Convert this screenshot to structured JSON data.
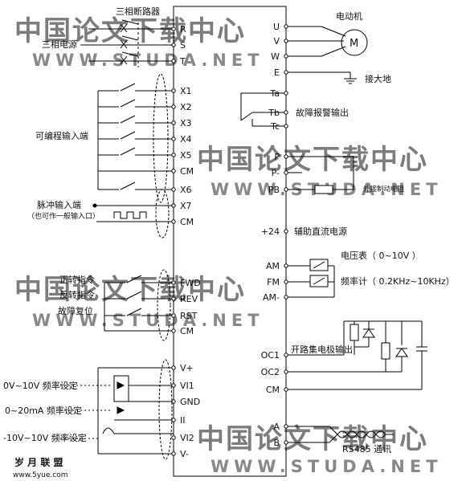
{
  "watermark": {
    "cn": "中国论文下载中心",
    "en": "STUDA.NET",
    "en_full": "WWW.STUDA.NET",
    "color": "#f08f8f"
  },
  "left_labels": {
    "breaker": "三相断路器",
    "power": "三相电源",
    "prog_input": "可编程输入端",
    "pulse_input": "脉冲输入端",
    "pulse_note": "（也可作一般输入口）",
    "fwd_cmd": "正转指令",
    "rev_cmd": "反转指令",
    "reset": "故障复位",
    "freq_v": "0V~10V 频率设定",
    "freq_i": "0~20mA 频率设定",
    "freq_bi": "-10V~10V 频率设定"
  },
  "left_terminals": [
    "R",
    "S",
    "T",
    "X1",
    "X2",
    "X3",
    "X4",
    "X5",
    "CM",
    "X6",
    "X7",
    "CM",
    "FWD",
    "REV",
    "RST",
    "CM",
    "V+",
    "VI1",
    "GND",
    "II",
    "VI2",
    "V-"
  ],
  "right_terminals": [
    "U",
    "V",
    "W",
    "E",
    "Ta",
    "Tb",
    "Tc",
    "P",
    "P-",
    "PB",
    "+24",
    "AM",
    "FM",
    "AM-",
    "OC1",
    "OC2",
    "CM",
    "A",
    "B"
  ],
  "right_labels": {
    "motor": "电动机",
    "motor_symbol": "M",
    "ground": "接大地",
    "fault_out": "故障报警输出",
    "brake_res": "外接制动电阻",
    "aux_power": "辅助直流电源",
    "voltmeter": "电压表（ 0~10V ）",
    "freqmeter": "频率计（ 0.2KHz~10KHz）",
    "open_collector": "开路集电极输出",
    "rs485": "RS485 通讯"
  },
  "logo": {
    "cn": "岁 月 联 盟",
    "url": "www.5yue.com"
  }
}
